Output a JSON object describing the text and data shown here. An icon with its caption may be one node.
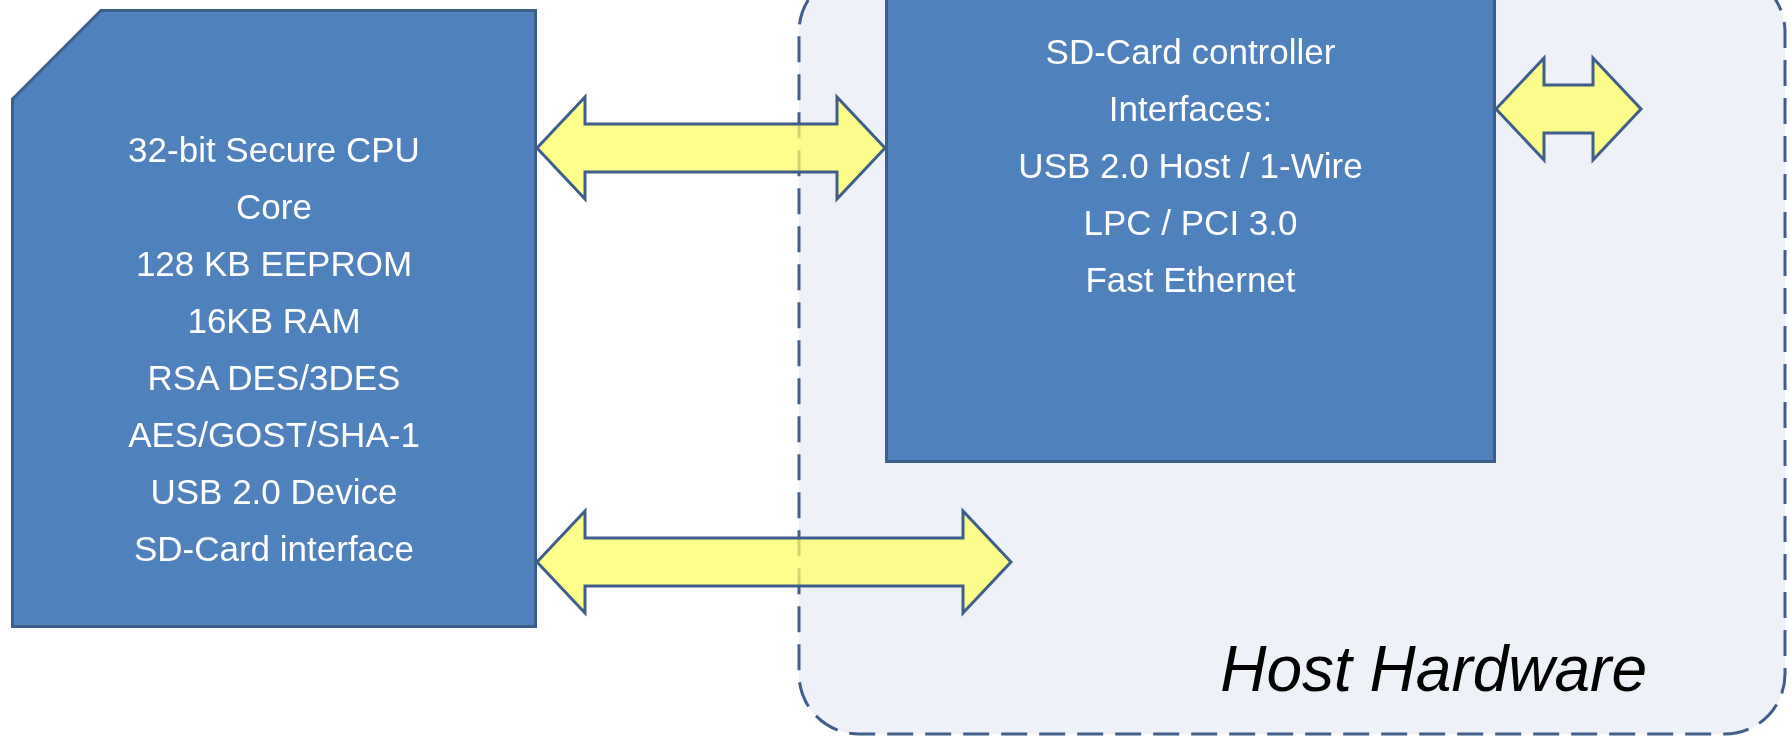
{
  "diagram": {
    "nodes": [
      {
        "text": [
          "Host Hardware"
        ]
      },
      {
        "text": [
          "SD-Card controller",
          "Interfaces:",
          "USB 2.0 Host / 1-Wire",
          "LPC / PCI 3.0",
          "Fast Ethernet"
        ],
        "in": 0
      },
      {
        "text": [
          "32-bit Secure CPU Core",
          "128 KB EEPROM",
          "16KB RAM",
          "RSA DES/3DES",
          "AES/GOST/SHA-1",
          "USB 2.0 Device",
          "SD-Card interface"
        ]
      }
    ],
    "edges": [
      {
        "from": 2,
        "to": 1,
        "arrow": "both"
      },
      {
        "from": 2,
        "to": null,
        "arrow": "both"
      },
      {
        "from": 1,
        "to": null,
        "arrow": "both"
      }
    ]
  }
}
